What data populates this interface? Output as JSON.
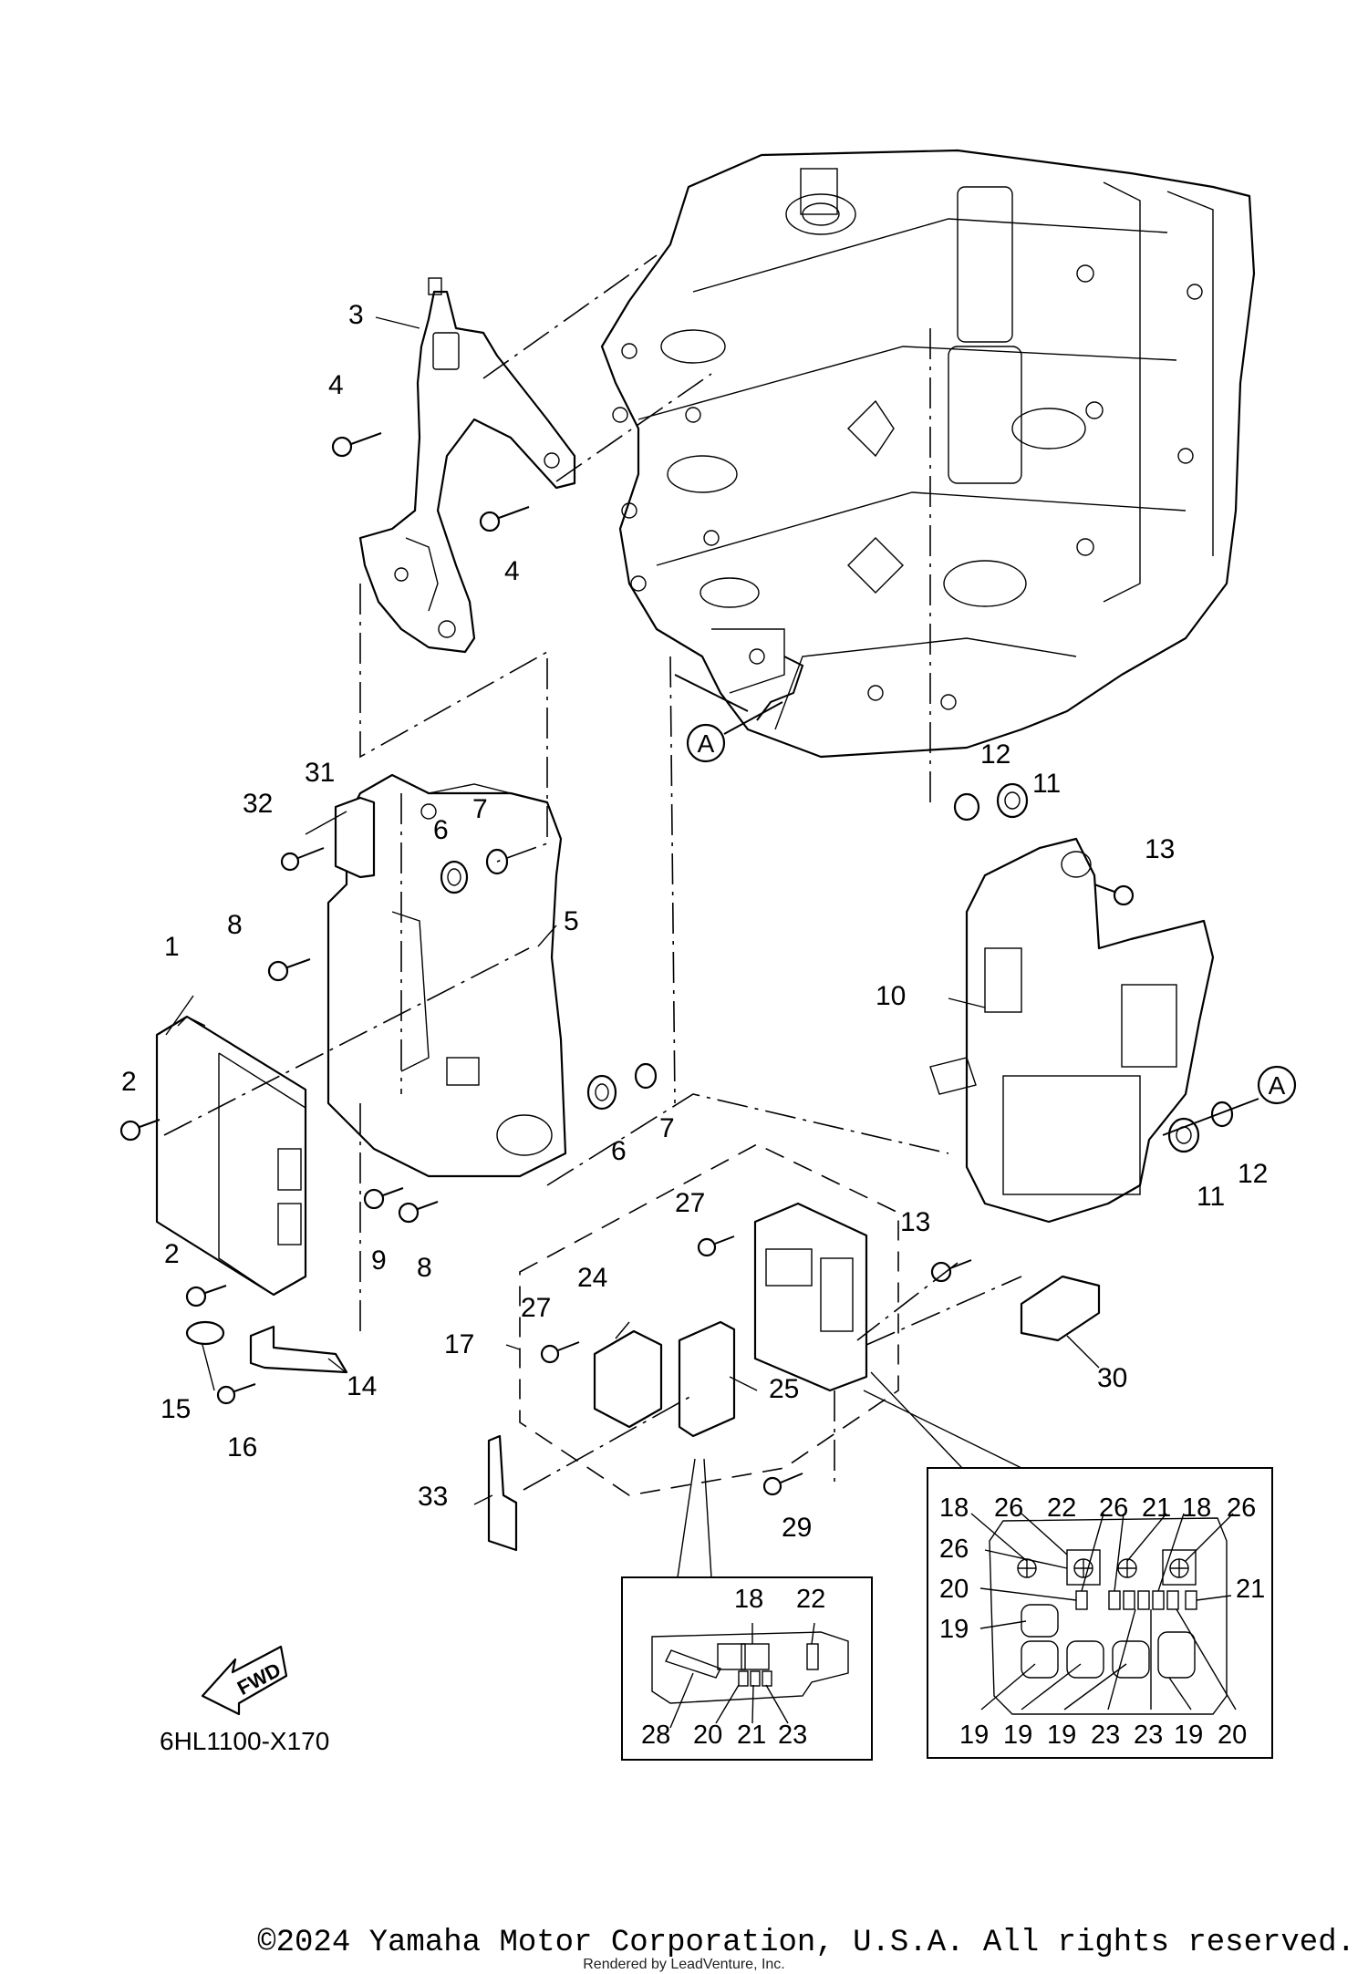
{
  "diagram": {
    "code": "6HL1100-X170",
    "fwd_label": "FWD",
    "ref_marker": "A",
    "callouts": [
      "1",
      "2",
      "2",
      "3",
      "4",
      "4",
      "5",
      "6",
      "6",
      "7",
      "7",
      "8",
      "8",
      "9",
      "10",
      "11",
      "11",
      "12",
      "12",
      "13",
      "13",
      "14",
      "15",
      "16",
      "17",
      "24",
      "25",
      "27",
      "27",
      "29",
      "30",
      "31",
      "32",
      "33"
    ],
    "inset_small_labels": [
      "18",
      "22",
      "28",
      "20",
      "21",
      "23"
    ],
    "inset_large_top": [
      "18",
      "26",
      "22",
      "26",
      "21",
      "18",
      "26"
    ],
    "inset_large_side": [
      "26",
      "20",
      "19",
      "21"
    ],
    "inset_large_bottom": [
      "19",
      "19",
      "19",
      "23",
      "23",
      "19",
      "20"
    ]
  },
  "footer": {
    "copyright": "©2024 Yamaha Motor Corporation, U.S.A. All rights reserved.",
    "credit": "Rendered by LeadVenture, Inc."
  }
}
